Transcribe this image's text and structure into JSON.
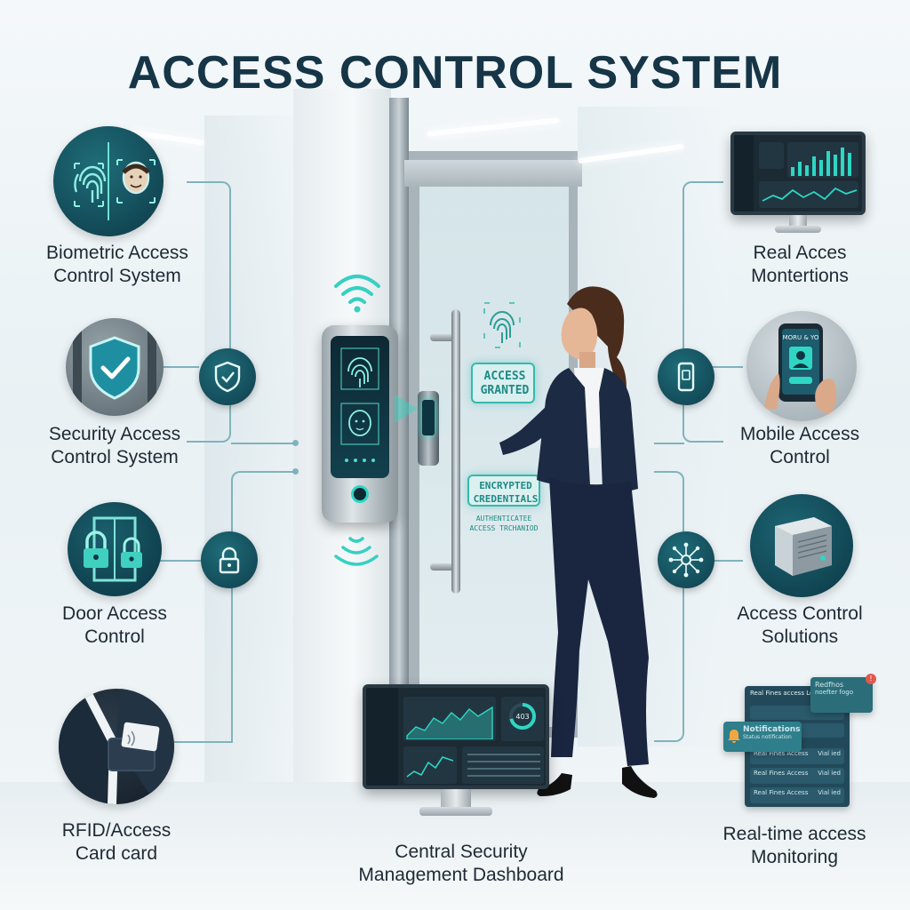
{
  "title": "ACCESS CONTROL SYSTEM",
  "features_left": [
    {
      "label_line1": "Biometric Access",
      "label_line2": "Control System",
      "icon": "fingerprint-face-icon"
    },
    {
      "label_line1": "Security Access",
      "label_line2": "Control System",
      "icon": "shield-check-icon"
    },
    {
      "label_line1": "Door Access",
      "label_line2": "Control",
      "icon": "padlock-door-icon"
    },
    {
      "label_line1": "RFID/Access",
      "label_line2": "Card card",
      "icon": "rfid-card-icon"
    }
  ],
  "features_right": [
    {
      "label_line1": "Real Acces",
      "label_line2": "Montertions",
      "icon": "monitor-dashboard-icon"
    },
    {
      "label_line1": "Mobile Access",
      "label_line2": "Control",
      "icon": "smartphone-icon"
    },
    {
      "label_line1": "Access Control",
      "label_line2": "Solutions",
      "icon": "server-unit-icon"
    },
    {
      "label_line1": "Real-time access",
      "label_line2": "Monitoring",
      "icon": "notifications-panel-icon"
    }
  ],
  "center_dashboard": {
    "label_line1": "Central Security",
    "label_line2": "Management Dashboard",
    "gauge_value": "403"
  },
  "hologram": {
    "granted_line1": "ACCESS",
    "granted_line2": "GRANTED",
    "encrypted_line1": "ENCRYPTED",
    "encrypted_line2": "CREDENTIALS",
    "auth_line1": "AUTHENTICATEE",
    "auth_line2": "ACCESS TRCHANIOD"
  },
  "phone_screen_text": "MORU & YO",
  "notifications": {
    "header": "Real Fines access Logs",
    "popup_title": "Notifications",
    "popup_sub": "Status notification",
    "alert_title": "Redfhos",
    "alert_sub": "noefter fogo",
    "row_title": "Real Fines Access",
    "row_action": "Vial ied"
  },
  "colors": {
    "brand_dark": "#163547",
    "accent_teal": "#2fd6c4",
    "circle_dark": "#0f3e4d"
  }
}
